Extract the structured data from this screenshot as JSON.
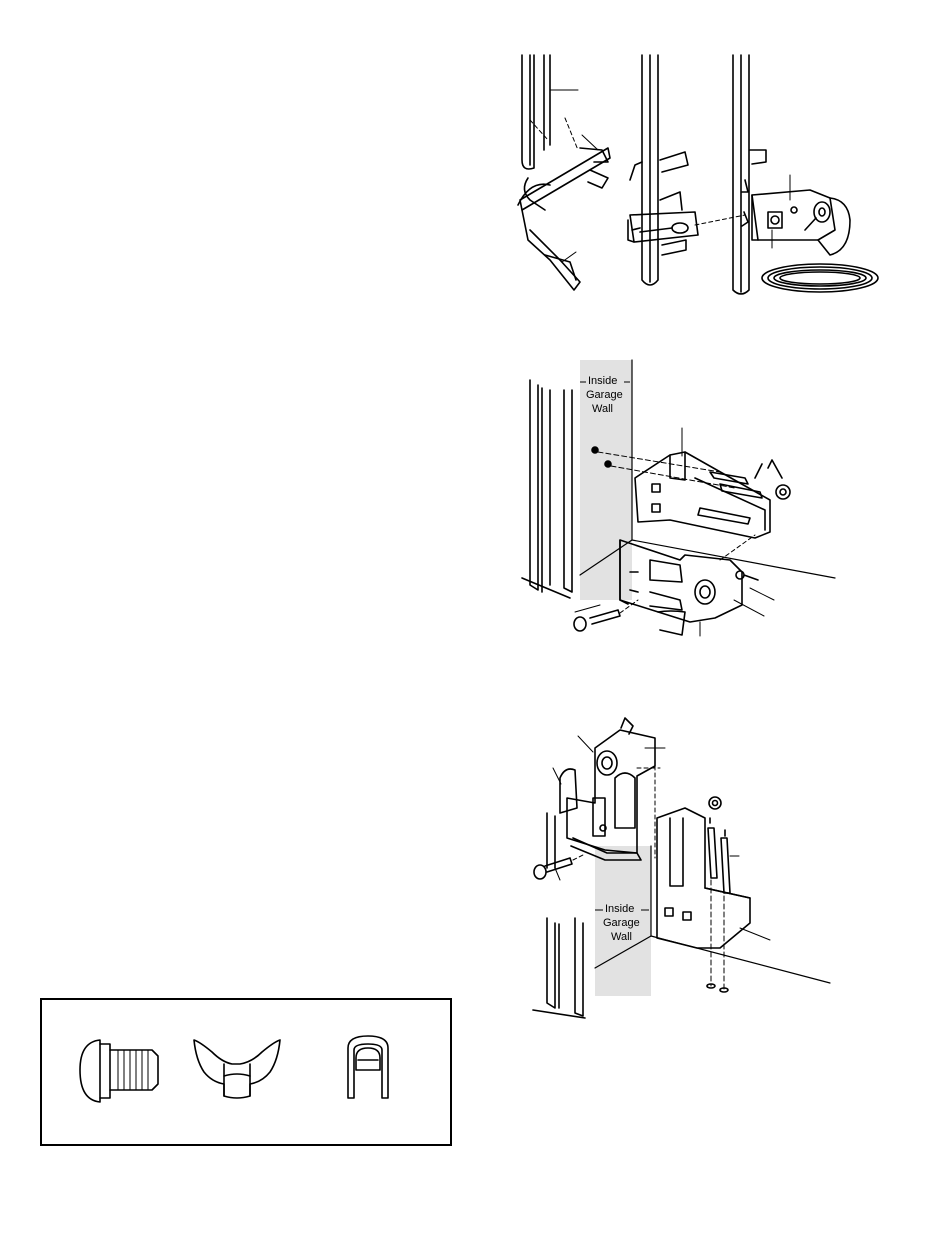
{
  "figure2": {
    "wall_label_lines": [
      "Inside",
      "Garage",
      "Wall"
    ]
  },
  "figure3": {
    "wall_label_lines": [
      "Inside",
      "Garage",
      "Wall"
    ]
  },
  "hardware": {
    "items": [
      "carriage-bolt-icon",
      "wing-nut-icon",
      "staple-icon"
    ]
  },
  "colors": {
    "line": "#000000",
    "wall_shade": "#e2e2e2",
    "background": "#ffffff"
  }
}
